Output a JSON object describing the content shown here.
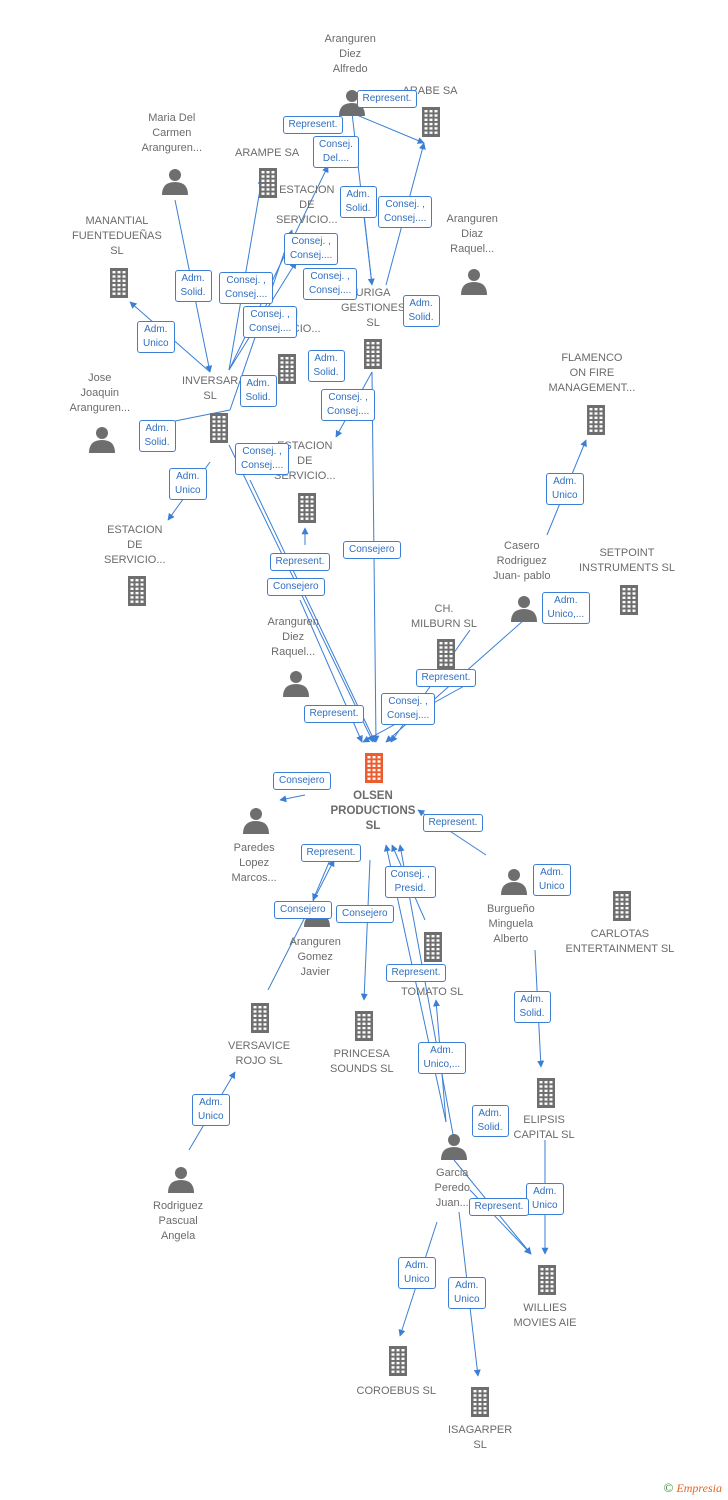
{
  "colors": {
    "edge": "#3a7fd5",
    "icon": "#6e6e6e",
    "center": "#ee5b2d",
    "badge_text": "#2f6fc0"
  },
  "nodes": [
    {
      "id": "n1",
      "type": "person",
      "label": "Aranguren\nDiez\nAlfredo"
    },
    {
      "id": "n2",
      "type": "company",
      "label": "ARABE SA"
    },
    {
      "id": "n3",
      "type": "person",
      "label": "Maria Del\nCarmen\nAranguren..."
    },
    {
      "id": "n4",
      "type": "company",
      "label": "ARAMPE SA"
    },
    {
      "id": "n5",
      "type": "company",
      "label": "ESTACION\nDE\nSERVICIO..."
    },
    {
      "id": "n6",
      "type": "company",
      "label": "MANANTIAL\nFUENTEDUEÑAS\nSL"
    },
    {
      "id": "n7",
      "type": "person",
      "label": "Aranguren\nDiaz\nRaquel..."
    },
    {
      "id": "n8",
      "type": "company",
      "label": "URIGA\nGESTIONES\nSL"
    },
    {
      "id": "n9",
      "type": "company",
      "label": "ON\nSERVICIO..."
    },
    {
      "id": "n10",
      "type": "company",
      "label": "INVERSAR\nSL"
    },
    {
      "id": "n11",
      "type": "person",
      "label": "Jose\nJoaquin\nAranguren..."
    },
    {
      "id": "n12",
      "type": "company",
      "label": "FLAMENCO\nON FIRE\nMANAGEMENT..."
    },
    {
      "id": "n13",
      "type": "company",
      "label": "ESTACION\nDE\nSERVICIO..."
    },
    {
      "id": "n14",
      "type": "company",
      "label": "ESTACION\nDE\nSERVICIO..."
    },
    {
      "id": "n15",
      "type": "person",
      "label": "Casero\nRodriguez\nJuan- pablo"
    },
    {
      "id": "n16",
      "type": "company",
      "label": "SETPOINT\nINSTRUMENTS SL"
    },
    {
      "id": "n17",
      "type": "company",
      "label": "CH.\nMILBURN SL"
    },
    {
      "id": "n18",
      "type": "person",
      "label": "Aranguren\nDiez\nRaquel..."
    },
    {
      "id": "n19",
      "type": "center",
      "label": "OLSEN\nPRODUCTIONS\nSL"
    },
    {
      "id": "n20",
      "type": "person",
      "label": "Paredes\nLopez\nMarcos..."
    },
    {
      "id": "n21",
      "type": "person",
      "label": "Aranguren\nGomez\nJavier"
    },
    {
      "id": "n22",
      "type": "person",
      "label": "Burgueño\nMinguela\nAlberto"
    },
    {
      "id": "n23",
      "type": "company",
      "label": "CARLOTAS\nENTERTAINMENT SL"
    },
    {
      "id": "n24",
      "type": "company",
      "label": "TOMATO SL"
    },
    {
      "id": "n25",
      "type": "company",
      "label": "VERSAVICE\nROJO SL"
    },
    {
      "id": "n26",
      "type": "company",
      "label": "PRINCESA\nSOUNDS SL"
    },
    {
      "id": "n27",
      "type": "company",
      "label": "ELIPSIS\nCAPITAL SL"
    },
    {
      "id": "n28",
      "type": "person",
      "label": "Garcia\nPeredo\nJuan..."
    },
    {
      "id": "n29",
      "type": "person",
      "label": "Rodriguez\nPascual\nAngela"
    },
    {
      "id": "n30",
      "type": "company",
      "label": "WILLIES\nMOVIES AIE"
    },
    {
      "id": "n31",
      "type": "company",
      "label": "COROEBUS SL"
    },
    {
      "id": "n32",
      "type": "company",
      "label": "ISAGARPER\nSL"
    }
  ],
  "badges": [
    "Represent.",
    "Represent.",
    "Consej.\nDel....",
    "Adm.\nSolid.",
    "Consej. ,\nConsej....",
    "Consej. ,\nConsej....",
    "Consej. ,\nConsej....",
    "Adm.\nSolid.",
    "Consej. ,\nConsej....",
    "Adm.\nSolid.",
    "Adm.\nUnico",
    "Consej. ,\nConsej....",
    "Adm.\nSolid.",
    "Adm.\nSolid.",
    "Consej. ,\nConsej....",
    "Adm.\nSolid.",
    "Consej. ,\nConsej....",
    "Adm.\nUnico",
    "Adm.\nUnico",
    "Represent.",
    "Consejero",
    "Consejero",
    "Adm.\nUnico,...",
    "Represent.",
    "Consej. ,\nConsej....",
    "Represent.",
    "Consejero",
    "Represent.",
    "Represent.",
    "Adm.\nUnico",
    "Consej. ,\nPresid.",
    "Consejero",
    "Consejero",
    "Represent.",
    "Adm.\nSolid.",
    "Adm.\nUnico,...",
    "Adm.\nUnico",
    "Adm.\nSolid.",
    "Adm.\nUnico",
    "Represent.",
    "Adm.\nUnico",
    "Adm.\nUnico"
  ],
  "footer": {
    "copyright": "©",
    "brand": "Empresia"
  }
}
